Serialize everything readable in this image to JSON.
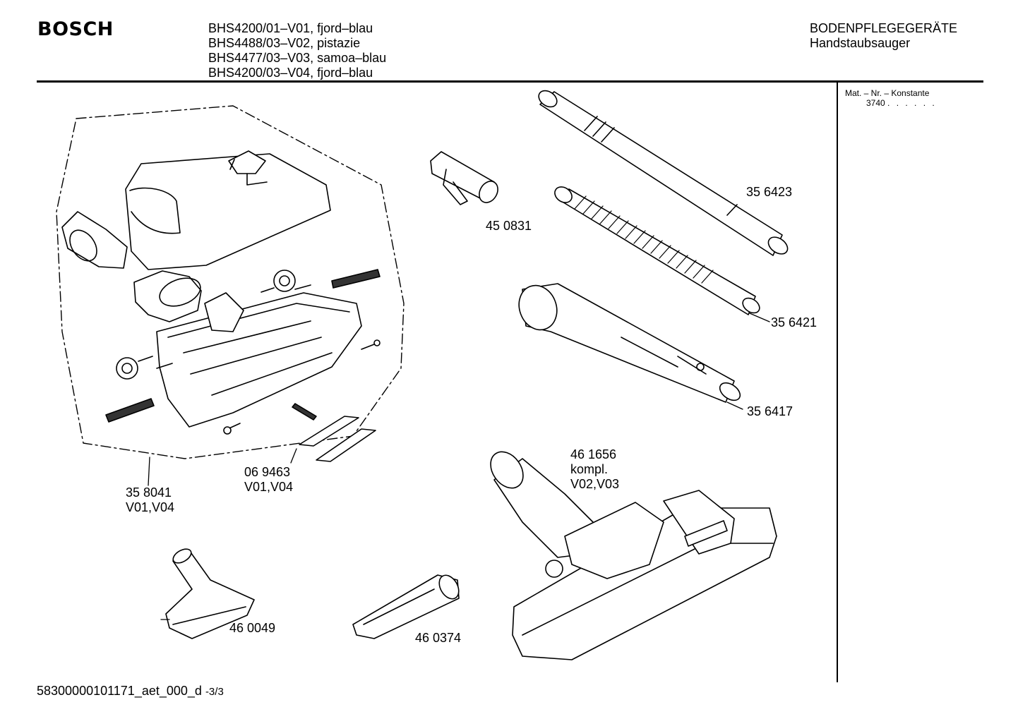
{
  "header": {
    "brand": "BOSCH",
    "models": [
      "BHS4200/01–V01, fjord–blau",
      "BHS4488/03–V02, pistazie",
      "BHS4477/03–V03, samoa–blau",
      "BHS4200/03–V04, fjord–blau"
    ],
    "category": "BODENPFLEGEGERÄTE",
    "subcategory": "Handstaubsauger"
  },
  "sidebar": {
    "heading": "Mat. – Nr. – Konstante",
    "value": "3740",
    "dots": ". .   . . . ."
  },
  "parts": [
    {
      "lines": [
        "35 6423"
      ]
    },
    {
      "lines": [
        "45 0831"
      ]
    },
    {
      "lines": [
        "35 6421"
      ]
    },
    {
      "lines": [
        "35 6417"
      ]
    },
    {
      "lines": [
        "46 1656",
        "kompl.",
        "V02,V03"
      ]
    },
    {
      "lines": [
        "35 8041",
        "V01,V04"
      ]
    },
    {
      "lines": [
        "06 9463",
        "V01,V04"
      ]
    },
    {
      "lines": [
        "46 0049"
      ]
    },
    {
      "lines": [
        "46 0374"
      ]
    }
  ],
  "footer": {
    "code": "58300000101171_aet_000_d",
    "page": "-3/3"
  }
}
